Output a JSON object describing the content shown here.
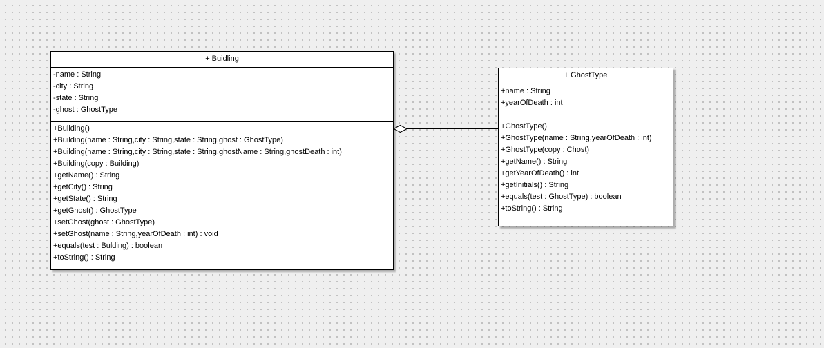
{
  "classes": {
    "building": {
      "title": "+ Buidling",
      "attributes": [
        "-name : String",
        "-city : String",
        "-state : String",
        "-ghost : GhostType"
      ],
      "operations": [
        "+Building()",
        "+Building(name : String,city : String,state : String,ghost : GhostType)",
        "+Building(name : String,city : String,state : String,ghostName : String,ghostDeath : int)",
        "+Building(copy : Building)",
        "+getName() : String",
        "+getCity() : String",
        "+getState() : String",
        "+getGhost() : GhostType",
        "+setGhost(ghost : GhostType)",
        "+setGhost(name : String,yearOfDeath : int) : void",
        "+equals(test : Bulding) : boolean",
        "+toString() : String"
      ]
    },
    "ghosttype": {
      "title": "+ GhostType",
      "attributes": [
        "+name : String",
        "+yearOfDeath : int"
      ],
      "operations": [
        "+GhostType()",
        "+GhostType(name : String,yearOfDeath : int)",
        "+GhostType(copy : Chost)",
        "+getName() : String",
        "+getYearOfDeath() : int",
        "+getInitials() : String",
        "+equals(test : GhostType) : boolean",
        "+toString() : String"
      ]
    }
  },
  "relationship": {
    "type": "aggregation",
    "whole": "building",
    "part": "ghosttype"
  },
  "colors": {
    "canvas": "#efefef",
    "grid_dot": "#b4b4b4",
    "box_fill": "#ffffff",
    "stroke": "#000000"
  }
}
